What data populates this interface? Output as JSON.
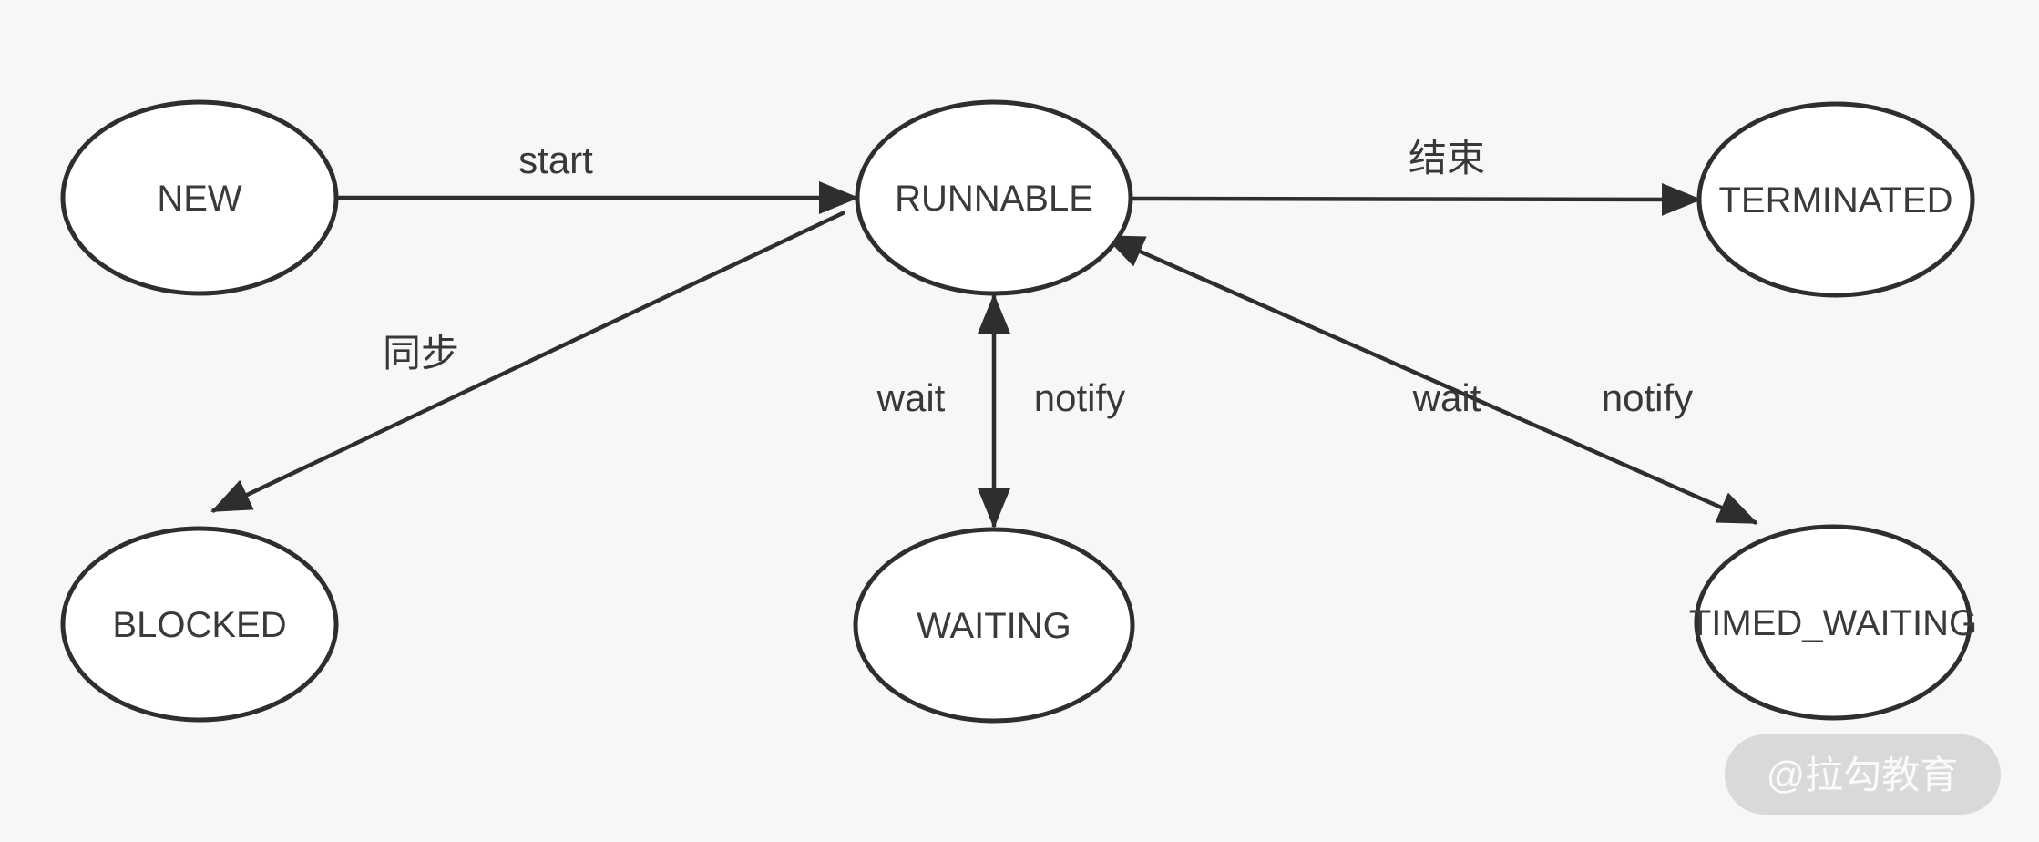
{
  "diagram": {
    "type": "state-diagram",
    "subject": "thread-states",
    "nodes": [
      {
        "id": "new",
        "label": "NEW"
      },
      {
        "id": "runnable",
        "label": "RUNNABLE"
      },
      {
        "id": "terminated",
        "label": "TERMINATED"
      },
      {
        "id": "blocked",
        "label": "BLOCKED"
      },
      {
        "id": "waiting",
        "label": "WAITING"
      },
      {
        "id": "timed_waiting",
        "label": "TIMED_WAITING"
      }
    ],
    "edges": [
      {
        "from": "NEW",
        "to": "RUNNABLE",
        "label": "start",
        "direction": "one-way"
      },
      {
        "from": "RUNNABLE",
        "to": "TERMINATED",
        "label": "结束",
        "direction": "one-way"
      },
      {
        "from": "RUNNABLE",
        "to": "BLOCKED",
        "label": "同步",
        "direction": "one-way"
      },
      {
        "from": "RUNNABLE",
        "to": "WAITING",
        "labels": [
          "wait",
          "notify"
        ],
        "direction": "two-way"
      },
      {
        "from": "RUNNABLE",
        "to": "TIMED_WAITING",
        "labels": [
          "wait",
          "notify"
        ],
        "direction": "two-way"
      }
    ],
    "watermark": "@拉勾教育",
    "colors": {
      "background": "#f7f7f8",
      "stroke": "#2e2e2e",
      "node_fill": "#ffffff",
      "text": "#3a3a3a",
      "watermark_bg": "#d9d9d9",
      "watermark_text": "#fafafa"
    }
  }
}
